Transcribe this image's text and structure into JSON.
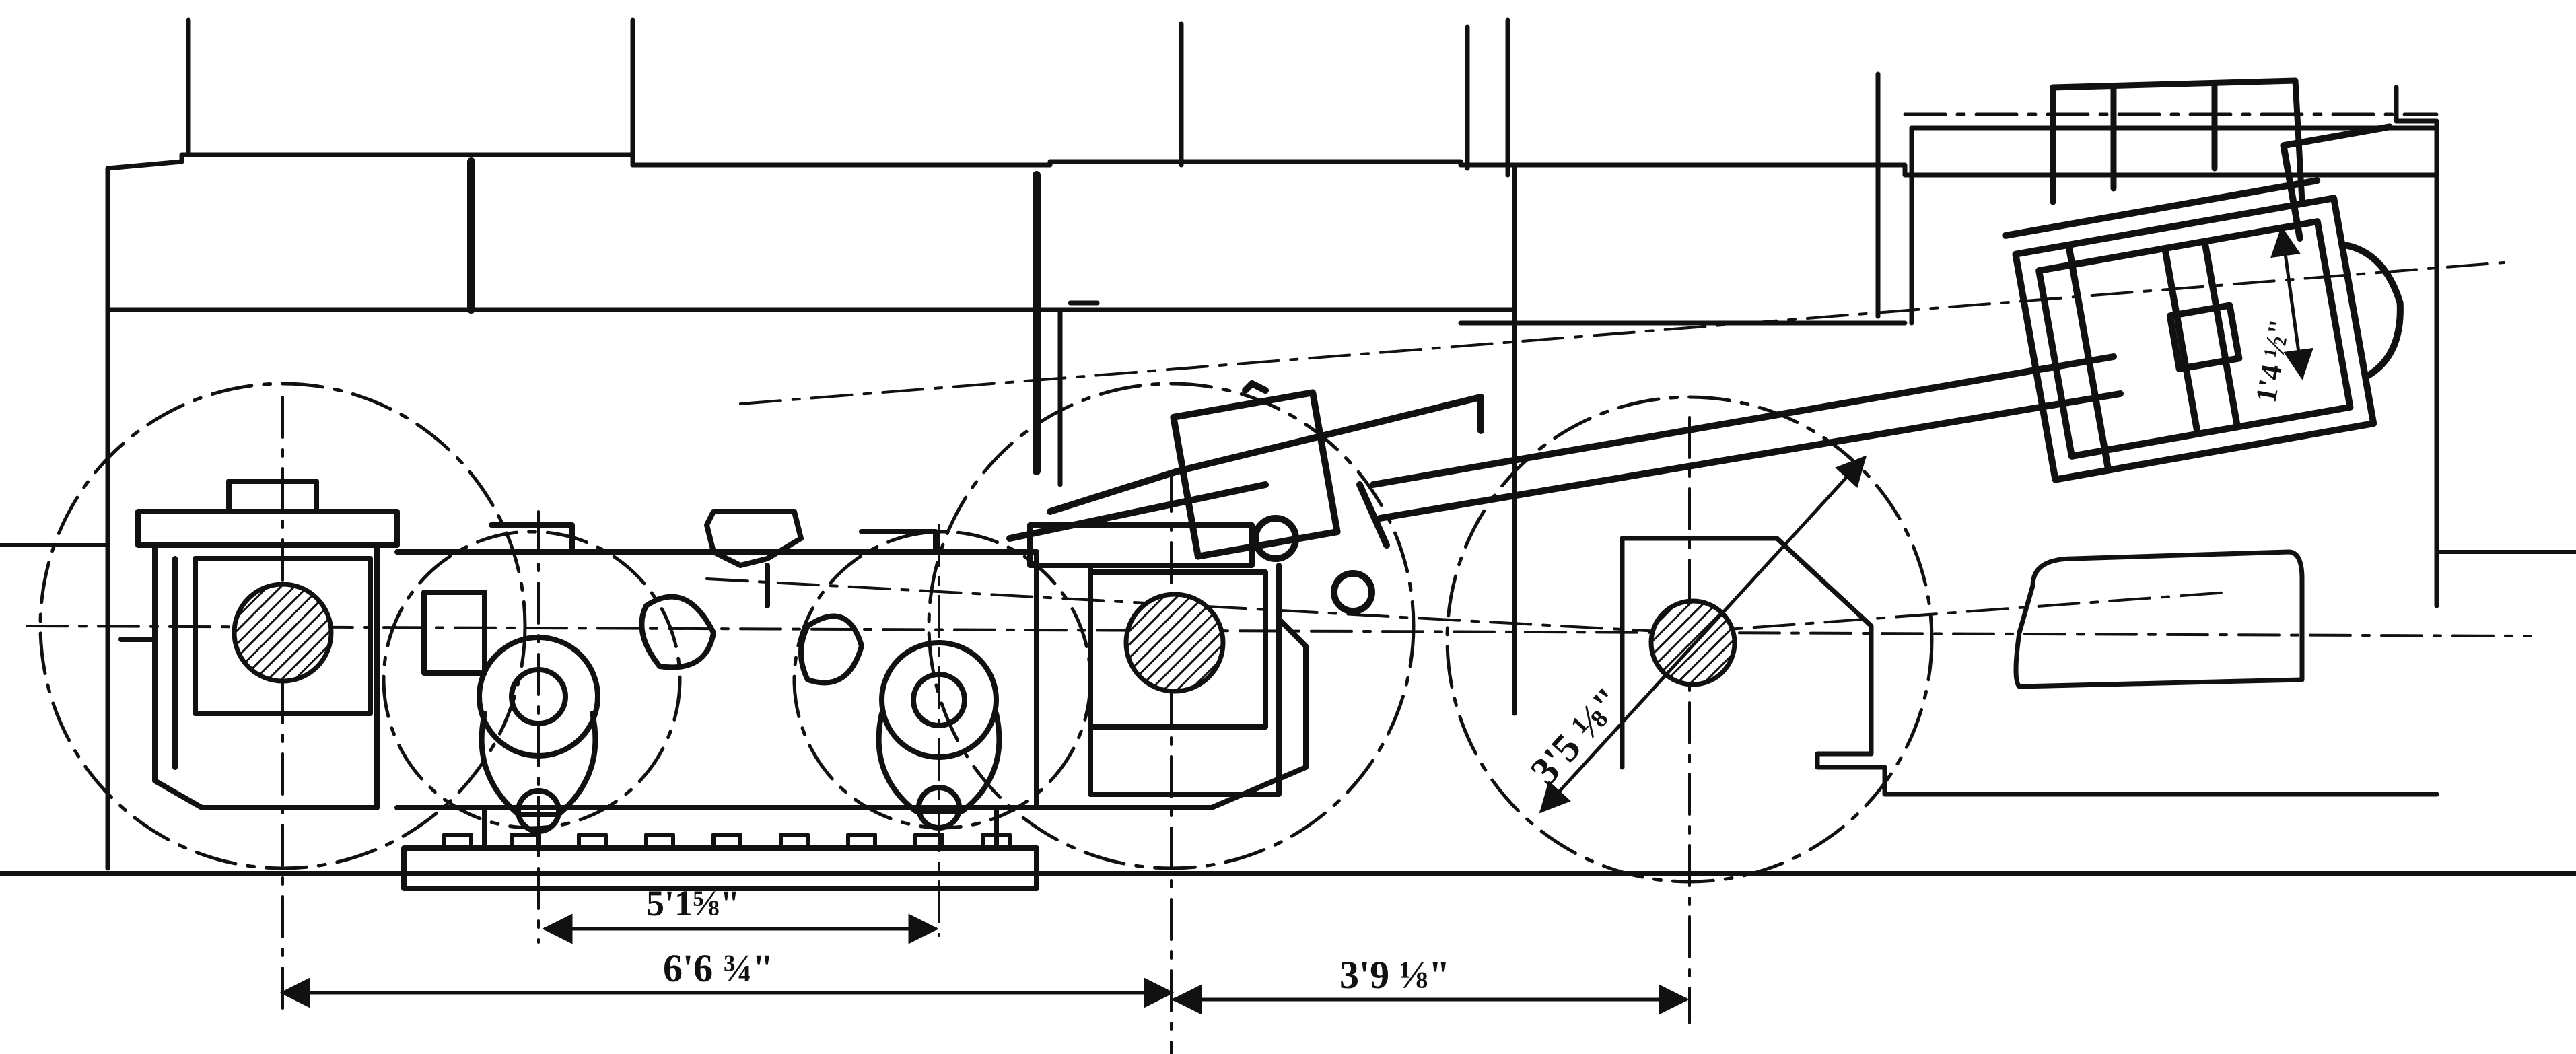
{
  "drawing": {
    "subject": "locomotive-bogie-and-cylinder-arrangement",
    "ink_color": "#111111",
    "paper_color": "#ffffff"
  },
  "dimensions": {
    "cylinder_bore": "1'4 ½\"",
    "wheel_radius": "3'5 ⅛\"",
    "inner_spacing": "5'1⅝\"",
    "bogie_wheelbase": "6'6 ¾\"",
    "centre_to_driving_axle": "3'9 ⅛\""
  }
}
